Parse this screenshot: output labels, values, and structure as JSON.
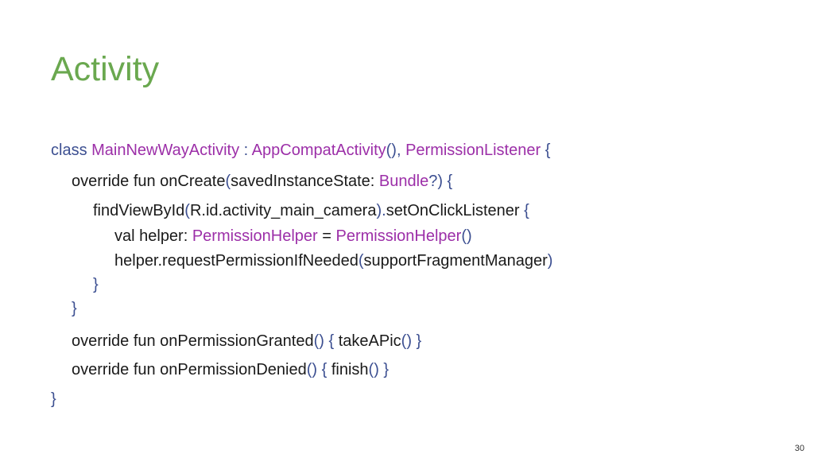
{
  "slide": {
    "title": "Activity",
    "page_number": "30"
  },
  "code_lines": [
    [
      {
        "t": "class ",
        "c": "kw"
      },
      {
        "t": "MainNewWayActivity",
        "c": "ty"
      },
      {
        "t": " : ",
        "c": "kw"
      },
      {
        "t": "AppCompatActivity",
        "c": "ty"
      },
      {
        "t": "(), ",
        "c": "pu"
      },
      {
        "t": "PermissionListener",
        "c": "ty"
      },
      {
        "t": " {",
        "c": "pu"
      }
    ],
    [
      {
        "t": "override fun onCreate",
        "c": "pl"
      },
      {
        "t": "(",
        "c": "pu"
      },
      {
        "t": "savedInstanceState: ",
        "c": "pl"
      },
      {
        "t": "Bundle",
        "c": "ty"
      },
      {
        "t": "?) {",
        "c": "pu"
      }
    ],
    [
      {
        "t": "findViewById",
        "c": "pl"
      },
      {
        "t": "(",
        "c": "pu"
      },
      {
        "t": "R.id.activity_main_camera",
        "c": "pl"
      },
      {
        "t": ").",
        "c": "pu"
      },
      {
        "t": "setOnClickListener",
        "c": "pl"
      },
      {
        "t": " {",
        "c": "pu"
      }
    ],
    [
      {
        "t": "val helper: ",
        "c": "pl"
      },
      {
        "t": "PermissionHelper",
        "c": "ty"
      },
      {
        "t": " = ",
        "c": "pl"
      },
      {
        "t": "PermissionHelper",
        "c": "ty"
      },
      {
        "t": "()",
        "c": "pu"
      }
    ],
    [
      {
        "t": "helper.requestPermissionIfNeeded",
        "c": "pl"
      },
      {
        "t": "(",
        "c": "pu"
      },
      {
        "t": "supportFragmentManager",
        "c": "pl"
      },
      {
        "t": ")",
        "c": "pu"
      }
    ],
    [
      {
        "t": "}",
        "c": "pu"
      }
    ],
    [
      {
        "t": "}",
        "c": "pu"
      }
    ],
    [
      {
        "t": "override fun onPermissionGranted",
        "c": "pl"
      },
      {
        "t": "() { ",
        "c": "pu"
      },
      {
        "t": "takeAPic",
        "c": "pl"
      },
      {
        "t": "() }",
        "c": "pu"
      }
    ],
    [
      {
        "t": "override fun onPermissionDenied",
        "c": "pl"
      },
      {
        "t": "() { ",
        "c": "pu"
      },
      {
        "t": "finish",
        "c": "pl"
      },
      {
        "t": "() }",
        "c": "pu"
      }
    ],
    [
      {
        "t": "}",
        "c": "pu"
      }
    ]
  ]
}
